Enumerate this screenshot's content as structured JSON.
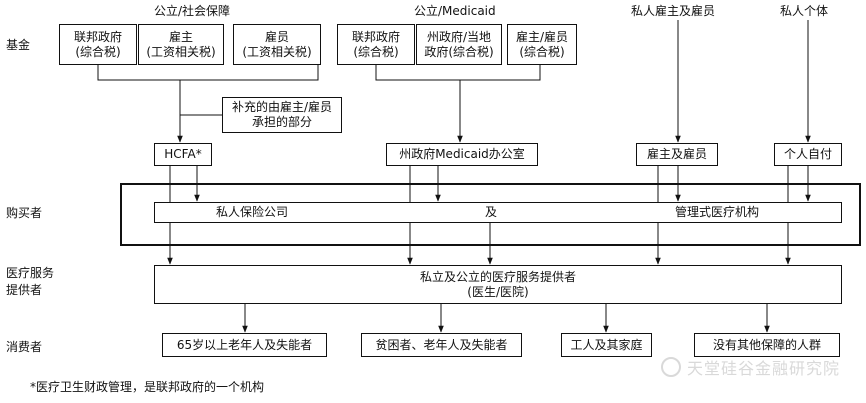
{
  "row_labels": {
    "fund": "基金",
    "buyer": "购买者",
    "provider_line1": "医疗服务",
    "provider_line2": "提供者",
    "consumer": "消费者"
  },
  "column_headers": {
    "social_security": "公立/社会保障",
    "medicaid": "公立/Medicaid",
    "private_employer": "私人雇主及雇员",
    "private_individual": "私人个体"
  },
  "funding_sources": {
    "federal_1": {
      "line1": "联邦政府",
      "line2": "(综合税)"
    },
    "employer": {
      "line1": "雇主",
      "line2": "(工资相关税)"
    },
    "employee": {
      "line1": "雇员",
      "line2": "(工资相关税)"
    },
    "federal_2": {
      "line1": "联邦政府",
      "line2": "(综合税)"
    },
    "state": {
      "line1": "州政府/当地",
      "line2": "政府(综合税)"
    },
    "employer_employee": {
      "line1": "雇主/雇员",
      "line2": "(综合税)"
    }
  },
  "supplement": {
    "line1": "补充的由雇主/雇员",
    "line2": "承担的部分"
  },
  "agencies": {
    "hcfa": "HCFA*",
    "medicaid_office": "州政府Medicaid办公室",
    "employer_employee": "雇主及雇员",
    "self_pay": "个人自付"
  },
  "buyers": {
    "private_insurer": "私人保险公司",
    "and": "及",
    "managed_care": "管理式医疗机构"
  },
  "providers": {
    "line1": "私立及公立的医疗服务提供者",
    "line2": "(医生/医院)"
  },
  "consumers": {
    "elderly_disabled": "65岁以上老年人及失能者",
    "poor": "贫困者、老年人及失能者",
    "workers": "工人及其家庭",
    "uninsured": "没有其他保障的人群"
  },
  "footnote": "*医疗卫生财政管理，是联邦政府的一个机构",
  "watermark": "天堂硅谷金融研究院"
}
